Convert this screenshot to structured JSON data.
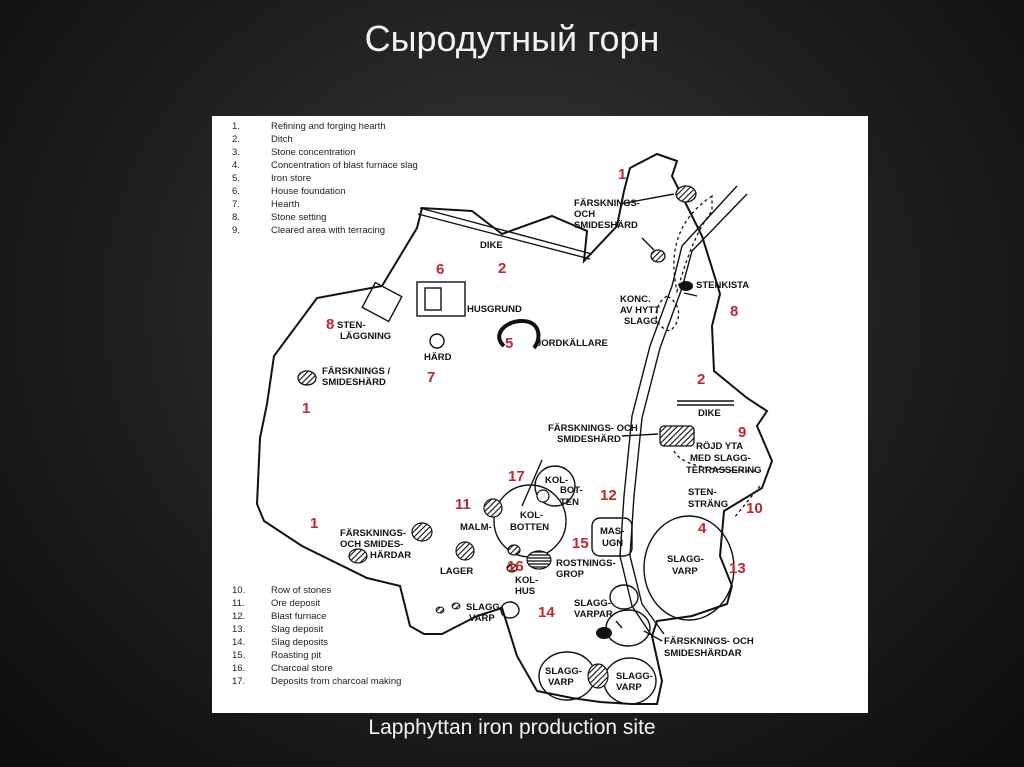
{
  "slide": {
    "title": "Сыродутный горн",
    "caption": "Lapphyttan  iron production site"
  },
  "legend_top": [
    {
      "n": "1.",
      "text": "Refining and forging hearth"
    },
    {
      "n": "2.",
      "text": "Ditch"
    },
    {
      "n": "3.",
      "text": "Stone concentration"
    },
    {
      "n": "4.",
      "text": "Concentration of blast furnace slag"
    },
    {
      "n": "5.",
      "text": "Iron store"
    },
    {
      "n": "6.",
      "text": "House foundation"
    },
    {
      "n": "7.",
      "text": "Hearth"
    },
    {
      "n": "8.",
      "text": "Stone setting"
    },
    {
      "n": "9.",
      "text": "Cleared area with terracing"
    }
  ],
  "legend_bottom": [
    {
      "n": "10.",
      "text": "Row of stones"
    },
    {
      "n": "11.",
      "text": "Ore deposit"
    },
    {
      "n": "12.",
      "text": "Blast furnace"
    },
    {
      "n": "13.",
      "text": "Slag deposit"
    },
    {
      "n": "14.",
      "text": "Slag deposits"
    },
    {
      "n": "15.",
      "text": "Roasting pit"
    },
    {
      "n": "16.",
      "text": "Charcoal store"
    },
    {
      "n": "17.",
      "text": "Deposits from charcoal making"
    }
  ],
  "labels": {
    "farsknings_top_1": "FÄRSKNINGS-",
    "farsknings_top_2": "OCH",
    "farsknings_top_3": "SMIDESHÄRD",
    "dike_top": "DIKE",
    "stenkista": "STENKISTA",
    "konc_1": "KONC.",
    "konc_2": "AV HYTT",
    "konc_3": "SLAGG",
    "husgrund": "HUSGRUND",
    "sten_1": "STEN-",
    "sten_2": "LÄGGNING",
    "hard": "HÄRD",
    "jordkallare": "JORDKÄLLARE",
    "farsknings_left_1": "FÄRSKNINGS /",
    "farsknings_left_2": "SMIDESHÄRD",
    "dike_right": "DIKE",
    "farsknings_right_1": "FÄRSKNINGS- OCH",
    "farsknings_right_2": "SMIDESHÄRD",
    "rojd_1": "RÖJD YTA",
    "rojd_2": "MED SLAGG-",
    "rojd_3": "TERRASSERING",
    "stenstrang_1": "STEN-",
    "stenstrang_2": "STRÄNG",
    "kolbotten_small_1": "KOL-",
    "kolbotten_small_2": "BOT-",
    "kolbotten_small_3": "TEN",
    "kolbotten_big_1": "KOL-",
    "kolbotten_big_2": "BOTTEN",
    "masugn_1": "MAS-",
    "masugn_2": "UGN",
    "slaggvarp_big_1": "SLAGG-",
    "slaggvarp_big_2": "VARP",
    "malm": "MALM-",
    "lager": "LAGER",
    "kolhus_1": "KOL-",
    "kolhus_2": "HUS",
    "rostnings_1": "ROSTNINGS-",
    "rostnings_2": "GROP",
    "farsknings_bl_1": "FÄRSKNINGS-",
    "farsknings_bl_2": "OCH SMIDES-",
    "farsknings_bl_3": "HÄRDAR",
    "slaggvarp_small_1": "SLAGG-",
    "slaggvarp_small_2": "VARP",
    "slaggvarpar_1": "SLAGG-",
    "slaggvarpar_2": "VARPAR",
    "farsknings_br_1": "FÄRSKNINGS- OCH",
    "farsknings_br_2": "SMIDESHÄRDAR",
    "slaggvarp_bl_1": "SLAGG-",
    "slaggvarp_bl_2": "VARP",
    "slaggvarp_br_1": "SLAGG-",
    "slaggvarp_br_2": "VARP"
  },
  "numbers": {
    "n1_top": "1",
    "n2_top": "2",
    "n6": "6",
    "n8_left": "8",
    "n5": "5",
    "n7": "7",
    "n1_left": "1",
    "n8_right": "8",
    "n2_right": "2",
    "n9": "9",
    "n17": "17",
    "n11": "11",
    "n12": "12",
    "n1_bottom": "1",
    "n4": "4",
    "n10": "10",
    "n15": "15",
    "n16": "16",
    "n13": "13",
    "n14": "14"
  },
  "colors": {
    "background": "#1e1e1e",
    "title_text": "#f2f2f2",
    "map_bg": "#ffffff",
    "ink": "#111111",
    "red_numbers": "#c0272d"
  }
}
